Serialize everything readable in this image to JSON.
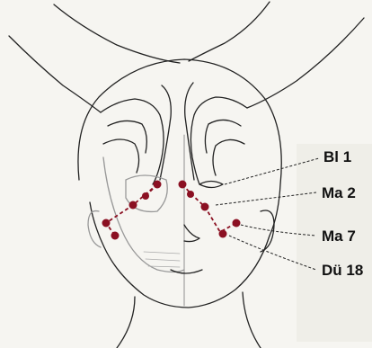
{
  "figure": {
    "labels": [
      {
        "id": "bl1",
        "text": "Bl 1"
      },
      {
        "id": "ma2",
        "text": "Ma 2"
      },
      {
        "id": "ma7",
        "text": "Ma 7"
      },
      {
        "id": "du18",
        "text": "Dü 18"
      }
    ],
    "colors": {
      "point": "#8b1022",
      "line": "#222222",
      "paper": "#f6f5f1",
      "label": "#111111"
    }
  }
}
